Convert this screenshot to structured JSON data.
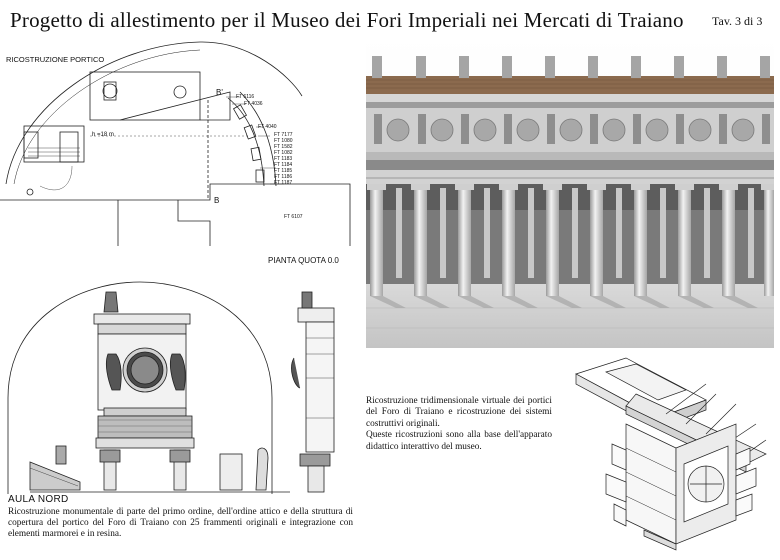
{
  "header": {
    "title": "Progetto di allestimento per il Museo dei Fori Imperiali nei Mercati di Traiano",
    "plate": "Tav. 3 di 3"
  },
  "plan": {
    "label_top": "RICOSTRUZIONE PORTICO",
    "label_quota": "PIANTA QUOTA  0.0",
    "section_marks": [
      "B'",
      "B"
    ],
    "measure": "h =18 m",
    "fragment_codes": [
      "FT 6116",
      "FT 4036",
      "FT 4040",
      "FT 7177",
      "FT 1080",
      "FT 1582",
      "FT 1082",
      "FT 1183",
      "FT 1184",
      "FT 1185",
      "FT 1186",
      "FT 1187",
      "FT 6107"
    ]
  },
  "render_caption": {
    "p1": "Ricostruzione tridimensionale virtuale dei portici del Foro di Traiano e ricostruzione dei sistemi costruttivi originali.",
    "p2": "Queste ricostruzioni sono alla base dell'apparato didattico interattivo del museo."
  },
  "aula": {
    "title": "AULA NORD",
    "text": "Ricostruzione monumentale di parte del primo ordine, dell'ordine attico e della struttura di copertura del portico del Foro di Traiano con 25 frammenti originali e integrazione con elementi marmorei e in resina."
  }
}
